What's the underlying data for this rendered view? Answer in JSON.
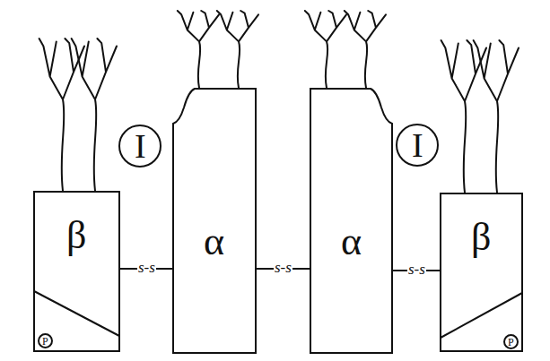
{
  "diagram": {
    "nodes": [
      {
        "text": [
          "β"
        ]
      },
      {
        "text": [
          "P"
        ],
        "in": 0
      },
      {
        "text": [
          "I"
        ]
      },
      {
        "text": [
          "α"
        ]
      },
      {
        "text": [
          "α"
        ]
      },
      {
        "text": [
          "I"
        ]
      },
      {
        "text": [
          "β"
        ]
      },
      {
        "text": [
          "P"
        ],
        "in": 6
      }
    ],
    "edges": [
      {
        "from": 0,
        "to": 3,
        "arrow": "none",
        "label": "s-s"
      },
      {
        "from": 3,
        "to": 4,
        "arrow": "none",
        "label": "s-s"
      },
      {
        "from": 4,
        "to": 6,
        "arrow": "none",
        "label": "s-s"
      }
    ]
  }
}
